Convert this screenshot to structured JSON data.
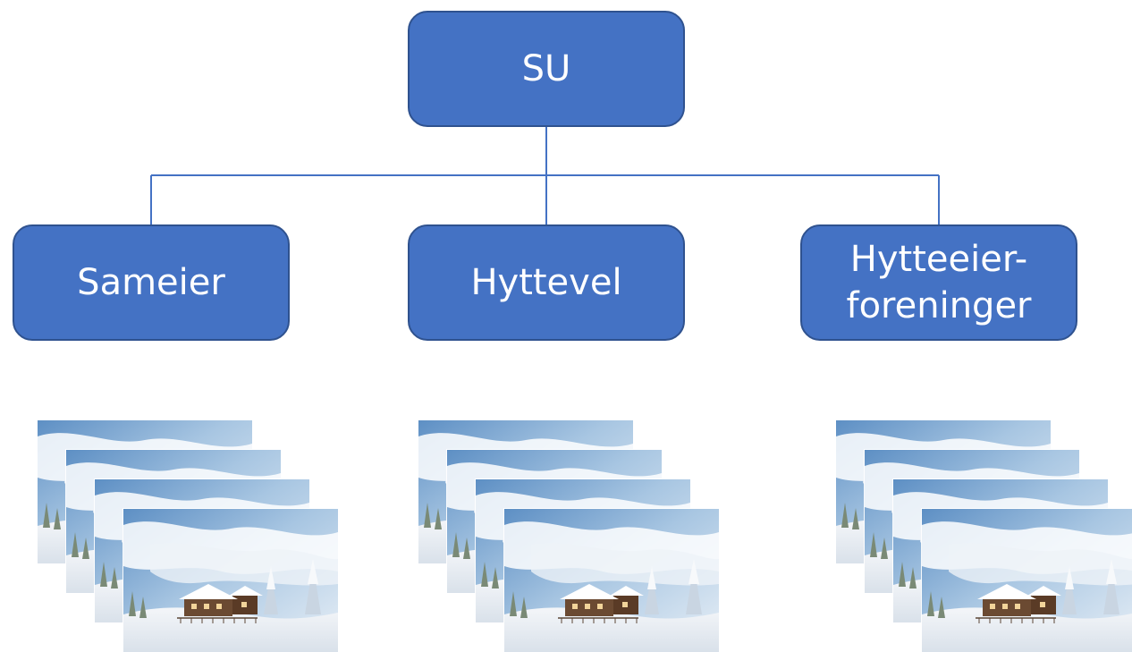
{
  "diagram": {
    "root": {
      "label": "SU"
    },
    "children": [
      {
        "label": "Sameier"
      },
      {
        "label": "Hyttevel"
      },
      {
        "label": "Hytteeier-\nforeninger"
      }
    ]
  },
  "images": {
    "icon": "winter-cabin-photo",
    "stacks": [
      {
        "count": 4
      },
      {
        "count": 4
      },
      {
        "count": 4
      }
    ]
  },
  "colors": {
    "node_fill": "#4472c4",
    "node_border": "#2f528f",
    "connector": "#4472c4",
    "text": "#ffffff"
  }
}
